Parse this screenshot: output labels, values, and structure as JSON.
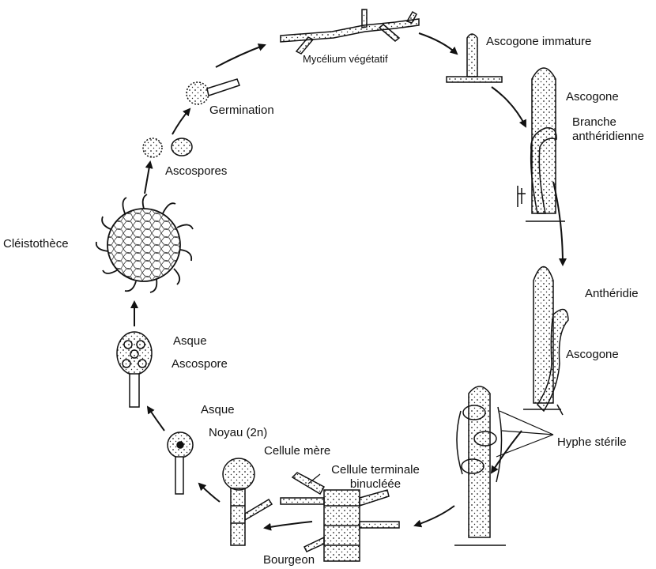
{
  "diagram": {
    "colors": {
      "ink": "#111111",
      "dots": "#222222",
      "background": "#ffffff"
    },
    "labels": {
      "mycelium": "Mycélium végétatif",
      "immature_ascogonium": "Ascogone immature",
      "ascogonium_top": "Ascogone",
      "antheridial_branch": "Branche\nanthéridienne",
      "antheridium": "Anthéridie",
      "ascogonium_mid": "Ascogone",
      "sterile_hypha": "Hyphe stérile",
      "binucleate_cell": "Cellule terminale\nbinucléée",
      "bud": "Bourgeon",
      "mother_cell": "Cellule mère",
      "ascus_young": "Asque",
      "nucleus": "Noyau (2n)",
      "ascus_mature": "Asque",
      "ascospore": "Ascospore",
      "cleistothecium": "Cléistothèce",
      "ascospores": "Ascospores",
      "germination": "Germination"
    }
  }
}
